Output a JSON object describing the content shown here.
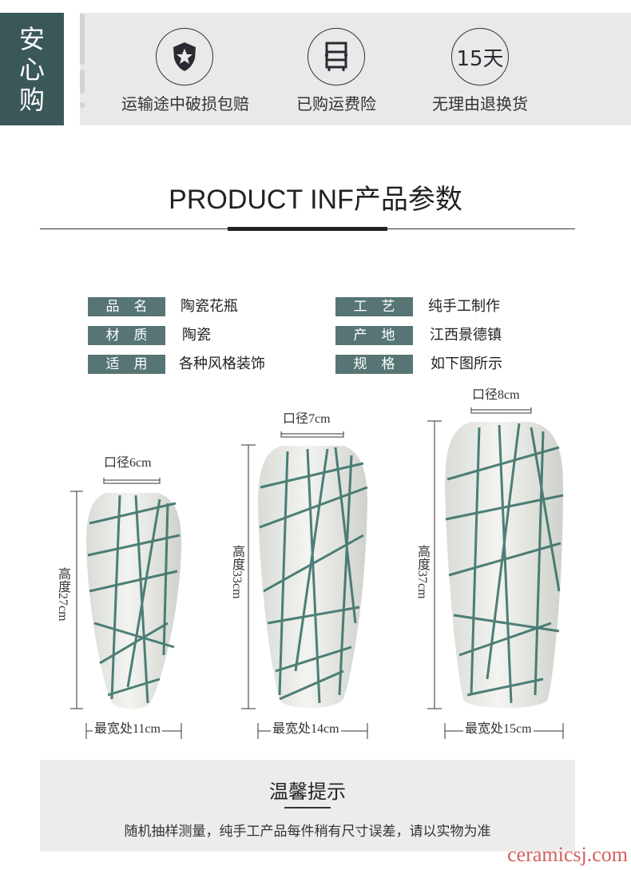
{
  "guarantee": {
    "badge": [
      "安",
      "心",
      "购"
    ],
    "items": [
      {
        "icon": "shield-star-icon",
        "label": "运输途中破损包赔"
      },
      {
        "icon": "truck-icon",
        "label": "已购运费险"
      },
      {
        "icon": "15-days-icon",
        "icon_text": "15天",
        "label": "无理由退换货"
      }
    ]
  },
  "section_title": "PRODUCT INF产品参数",
  "params": [
    {
      "label": "品名",
      "value": "陶瓷花瓶"
    },
    {
      "label": "工艺",
      "value": "纯手工制作"
    },
    {
      "label": "材质",
      "value": "陶瓷"
    },
    {
      "label": "产地",
      "value": "江西景德镇"
    },
    {
      "label": "适用",
      "value": "各种风格装饰"
    },
    {
      "label": "规格",
      "value": "如下图所示"
    }
  ],
  "vases": [
    {
      "mouth": "口径6cm",
      "height": "高度27cm",
      "width": "最宽处11cm"
    },
    {
      "mouth": "口径7cm",
      "height": "高度33cm",
      "width": "最宽处14cm"
    },
    {
      "mouth": "口径8cm",
      "height": "高度37cm",
      "width": "最宽处15cm"
    }
  ],
  "tip": {
    "title": "温馨提示",
    "text": "随机抽样测量，纯手工产品每件稍有尺寸误差，请以实物为准"
  },
  "watermark": "ceramicsj.com",
  "colors": {
    "teal": "#3b5859",
    "label": "#567574",
    "stroke": "#2f6b63"
  }
}
